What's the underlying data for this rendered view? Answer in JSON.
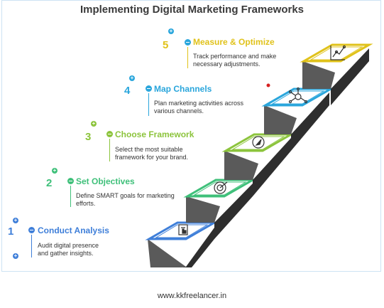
{
  "title": "Implementing Digital Marketing Frameworks",
  "footer": "www.kkfreelancer.in",
  "steps": [
    {
      "number": "1",
      "title": "Conduct Analysis",
      "description": "Audit digital presence and gather insights.",
      "color": "#3f7fd9",
      "icon": "document-chart-icon"
    },
    {
      "number": "2",
      "title": "Set Objectives",
      "description": "Define SMART goals for marketing efforts.",
      "color": "#3fc07a",
      "icon": "target-icon"
    },
    {
      "number": "3",
      "title": "Choose Framework",
      "description": "Select the most suitable framework for your brand.",
      "color": "#8cc43c",
      "icon": "compass-icon"
    },
    {
      "number": "4",
      "title": "Map Channels",
      "description": "Plan marketing activities across various channels.",
      "color": "#2aa6dc",
      "icon": "network-icon"
    },
    {
      "number": "5",
      "title": "Measure & Optimize",
      "description": "Track performance and make necessary adjustments.",
      "color": "#e0c21a",
      "icon": "line-chart-icon"
    }
  ]
}
